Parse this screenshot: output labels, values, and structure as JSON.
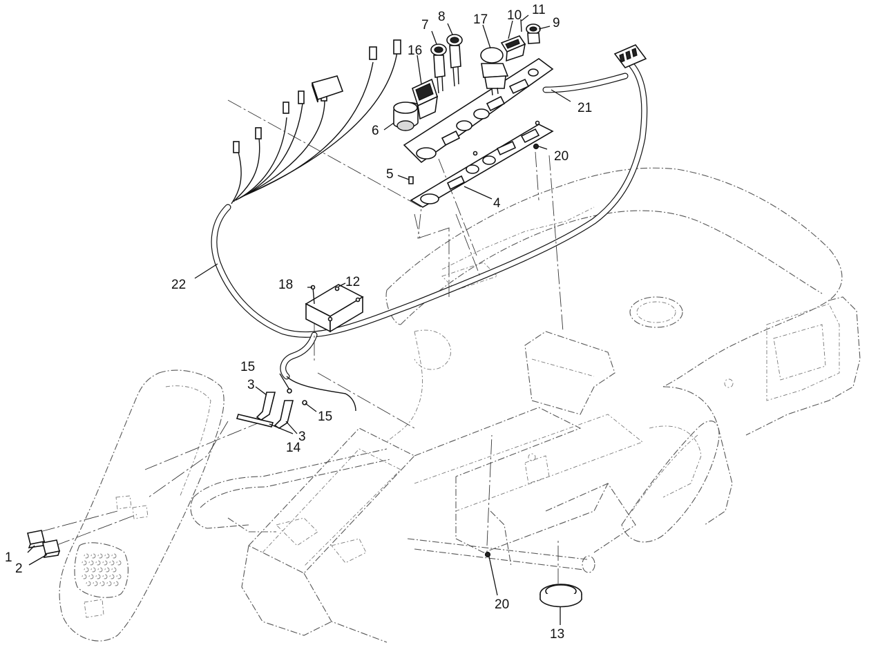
{
  "callouts": [
    {
      "id": "c1",
      "text": "1"
    },
    {
      "id": "c2",
      "text": "2"
    },
    {
      "id": "c3a",
      "text": "3"
    },
    {
      "id": "c3b",
      "text": "3"
    },
    {
      "id": "c4",
      "text": "4"
    },
    {
      "id": "c5",
      "text": "5"
    },
    {
      "id": "c6",
      "text": "6"
    },
    {
      "id": "c7",
      "text": "7"
    },
    {
      "id": "c8",
      "text": "8"
    },
    {
      "id": "c9",
      "text": "9"
    },
    {
      "id": "c10",
      "text": "10"
    },
    {
      "id": "c11",
      "text": "11"
    },
    {
      "id": "c12",
      "text": "12"
    },
    {
      "id": "c13",
      "text": "13"
    },
    {
      "id": "c14",
      "text": "14"
    },
    {
      "id": "c15a",
      "text": "15"
    },
    {
      "id": "c15b",
      "text": "15"
    },
    {
      "id": "c16",
      "text": "16"
    },
    {
      "id": "c17",
      "text": "17"
    },
    {
      "id": "c18",
      "text": "18"
    },
    {
      "id": "c20a",
      "text": "20"
    },
    {
      "id": "c20b",
      "text": "20"
    },
    {
      "id": "c21",
      "text": "21"
    },
    {
      "id": "c22",
      "text": "22"
    }
  ]
}
